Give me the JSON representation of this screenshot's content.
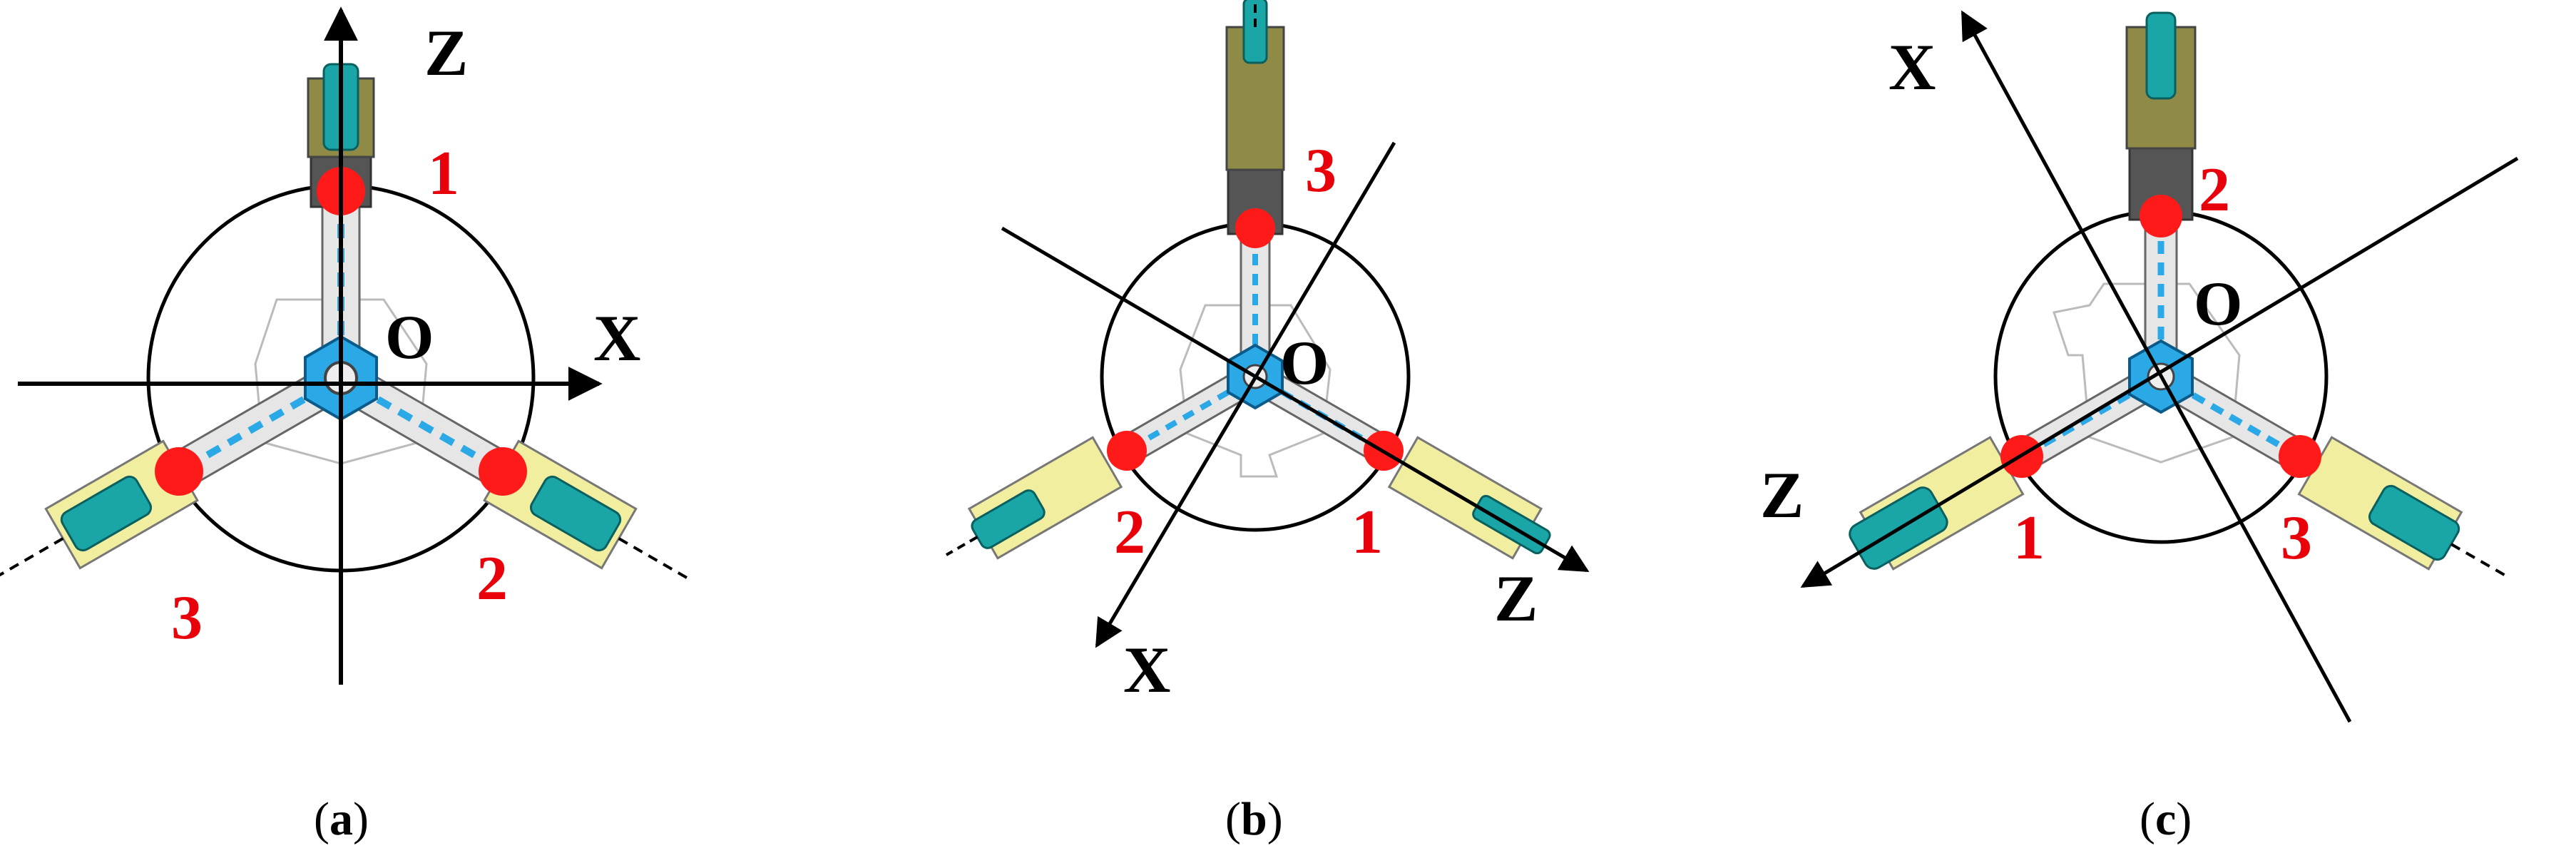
{
  "panels": [
    {
      "id": "a",
      "caption": {
        "open": "(",
        "letter": "a",
        "close": ")"
      },
      "axes": {
        "vertical": "Z",
        "horizontal": "X"
      },
      "origin": "O",
      "joints": [
        "1",
        "2",
        "3"
      ]
    },
    {
      "id": "b",
      "caption": {
        "open": "(",
        "letter": "b",
        "close": ")"
      },
      "axes": {
        "first": "X",
        "second": "Z"
      },
      "origin": "O",
      "joints": [
        "3",
        "1",
        "2"
      ]
    },
    {
      "id": "c",
      "caption": {
        "open": "(",
        "letter": "c",
        "close": ")"
      },
      "axes": {
        "first": "X",
        "second": "Z"
      },
      "origin": "O",
      "joints": [
        "2",
        "1",
        "3"
      ]
    }
  ],
  "colors": {
    "joint_marker": "#ff1a1a",
    "joint_number": "#e8000b",
    "hub": "#2aa9e6",
    "roller": "#1aa6a6",
    "bracket": "#8f8a45",
    "gripper_pad": "#f2eea0",
    "link_grey": "#9a9a9a",
    "axis": "#000000"
  }
}
